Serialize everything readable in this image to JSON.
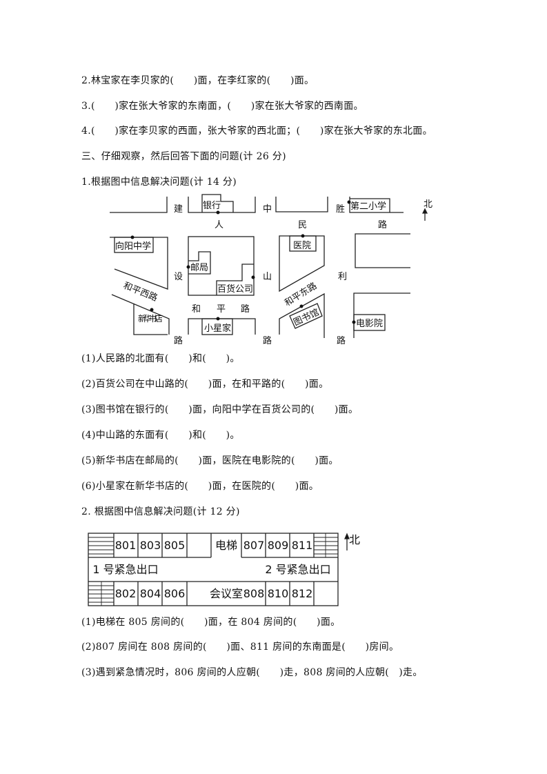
{
  "lines": [
    "2.林宝家在李贝家的(　　)面，在李红家的(　　)面。",
    "3.(　　)家在张大爷家的东南面，(　　)家在张大爷家的西南面。",
    "4.(　　)家在李贝家的西面，张大爷家的西北面；(　　)家在张大爷家的东北面。",
    "三、仔细观察，然后回答下面的问题(计 26 分)",
    "1.根据图中信息解决问题(计 14 分)"
  ],
  "map": {
    "places": [
      "银行",
      "第二小学",
      "向阳中学",
      "邮局",
      "百货公司",
      "医院",
      "新华书店",
      "小星家",
      "图书馆",
      "电影院"
    ],
    "roads": [
      "建",
      "设",
      "路",
      "人",
      "民",
      "路",
      "中",
      "山",
      "路",
      "胜",
      "利",
      "路",
      "和",
      "平",
      "路",
      "和平西路",
      "和平东路"
    ],
    "north": "北"
  },
  "q1": [
    "(1)人民路的北面有(　　)和(　　)。",
    "(2)百货公司在中山路的(　　)面，在和平路的(　　)面。",
    "(3)图书馆在银行的(　　)面，向阳中学在百货公司的(　　)面。",
    "(4)中山路的东面有(　　)和(　　)。",
    "(5)新华书店在邮局的(　　)面，医院在电影院的(　　)面。",
    "(6)小星家在新华书店的(　　)面，在医院的(　　)面。"
  ],
  "q2_title": "2. 根据图中信息解决问题(计 12 分)",
  "floor": {
    "top": [
      "801",
      "803",
      "805",
      "电梯",
      "807",
      "809",
      "811"
    ],
    "bottom": [
      "802",
      "804",
      "806",
      "会议室",
      "808",
      "810",
      "812"
    ],
    "exit1": "1 号紧急出口",
    "exit2": "2 号紧急出口",
    "north": "北"
  },
  "q2": [
    "(1)电梯在 805 房间的(　　)面，在 804 房间的(　　)面。",
    "(2)807 房间在 808 房间的(　　)面、811 房间的东南面是(　　)房间。",
    "(3)遇到紧急情况时，806 房间的人应朝(　　)走，808 房间的人应朝(　)走。"
  ]
}
